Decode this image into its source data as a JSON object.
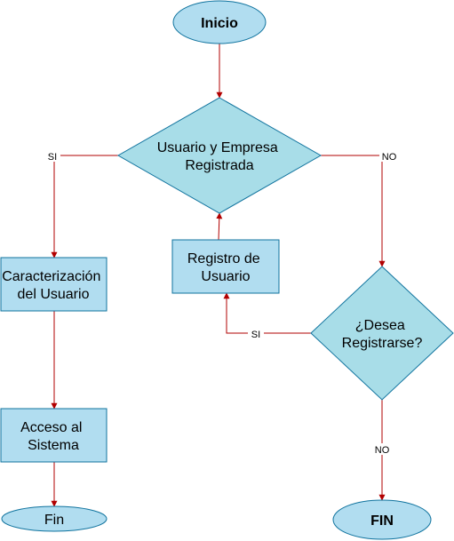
{
  "colors": {
    "node_fill": "#b1ddf0",
    "decision_fill": "#a8dde8",
    "node_stroke": "#10739e",
    "arrow": "#b20000"
  },
  "nodes": {
    "inicio": "Inicio",
    "usuario_empresa": [
      "Usuario y Empresa",
      "Registrada"
    ],
    "caracterizacion": [
      "Caracterización",
      "del Usuario"
    ],
    "acceso": [
      "Acceso al",
      "Sistema"
    ],
    "fin_left": "Fin",
    "registro": [
      "Registro de",
      "Usuario"
    ],
    "desea": [
      "¿Desea",
      "Registrarse?"
    ],
    "fin_right": "FIN"
  },
  "edge_labels": {
    "si_left": "SI",
    "no_right": "NO",
    "si_middle": "SI",
    "no_bottom": "NO"
  }
}
